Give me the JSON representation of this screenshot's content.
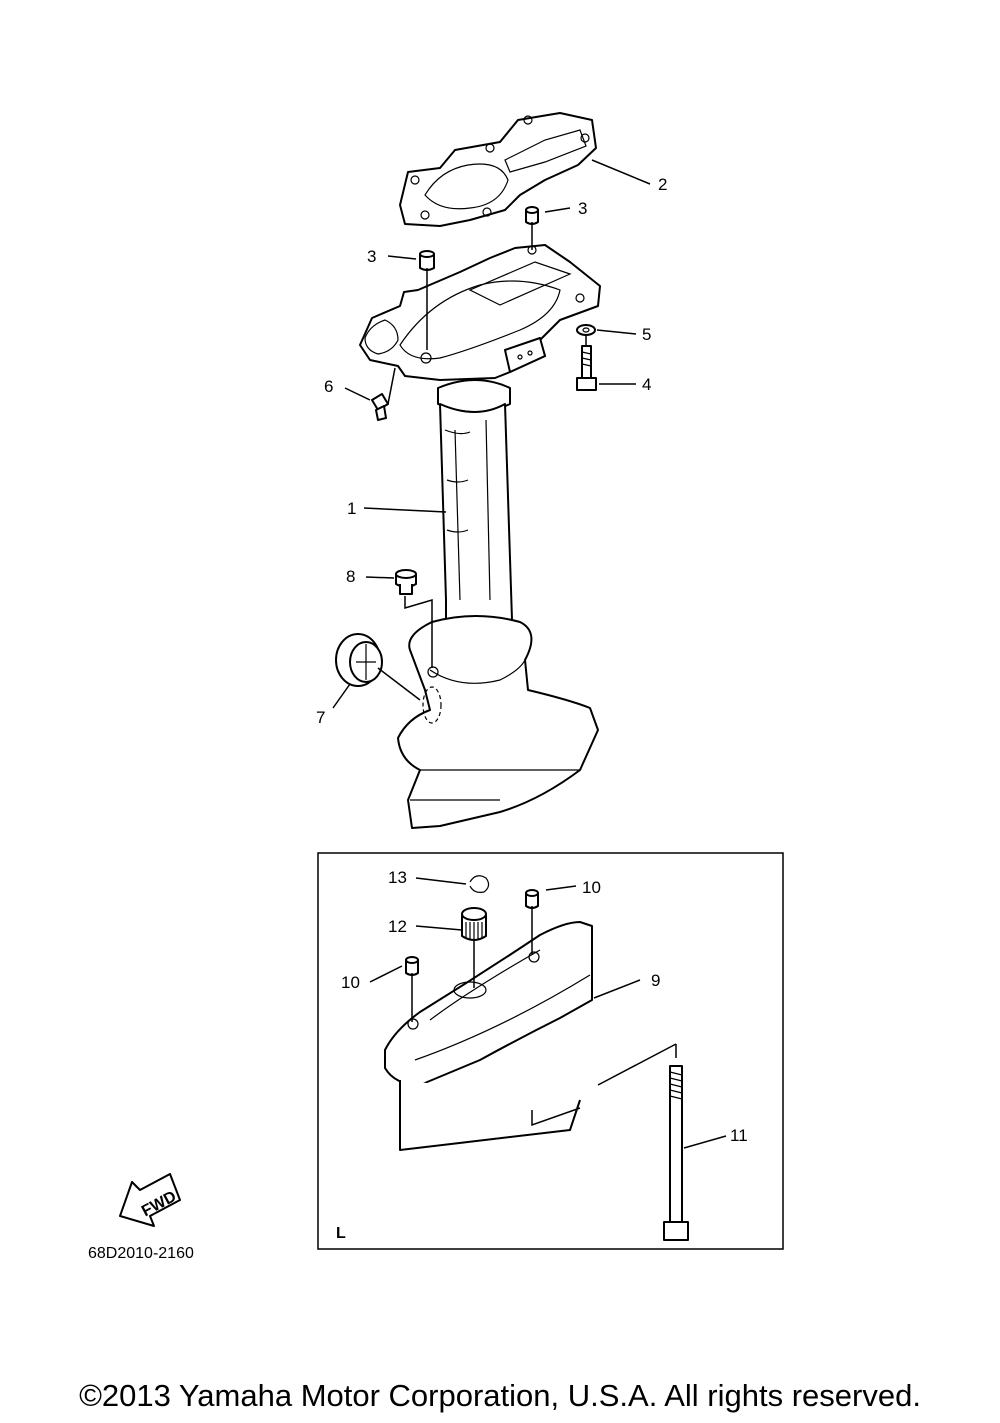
{
  "callouts": [
    {
      "id": "1",
      "text": "1"
    },
    {
      "id": "2",
      "text": "2"
    },
    {
      "id": "3a",
      "text": "3"
    },
    {
      "id": "3b",
      "text": "3"
    },
    {
      "id": "4",
      "text": "4"
    },
    {
      "id": "5",
      "text": "5"
    },
    {
      "id": "6",
      "text": "6"
    },
    {
      "id": "7",
      "text": "7"
    },
    {
      "id": "8",
      "text": "8"
    },
    {
      "id": "9",
      "text": "9"
    },
    {
      "id": "10a",
      "text": "10"
    },
    {
      "id": "10b",
      "text": "10"
    },
    {
      "id": "11",
      "text": "11"
    },
    {
      "id": "12",
      "text": "12"
    },
    {
      "id": "13",
      "text": "13"
    }
  ],
  "inset": {
    "label": "L"
  },
  "direction_arrow": {
    "label": "FWD",
    "icon": "fwd-arrow-icon"
  },
  "diagram_code": "68D2010-2160",
  "copyright": "©2013 Yamaha Motor Corporation, U.S.A. All rights reserved."
}
